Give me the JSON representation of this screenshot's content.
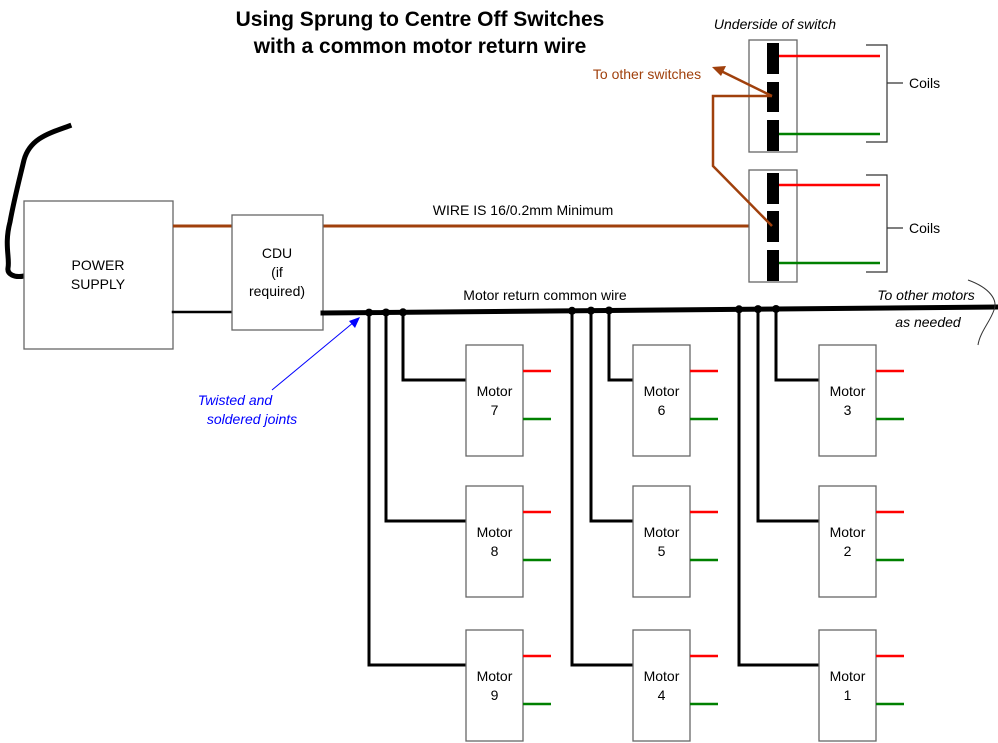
{
  "title": {
    "line1": "Using Sprung to Centre Off Switches",
    "line2": "with a common motor return wire"
  },
  "colors": {
    "brown_wire": "#A0400C",
    "red_wire": "#FF0000",
    "green_wire": "#008000",
    "black_wire": "#000000",
    "annotation_blue": "#0000FF",
    "box_border": "#666666"
  },
  "power_supply": {
    "line1": "POWER",
    "line2": "SUPPLY"
  },
  "cdu": {
    "line1": "CDU",
    "line2": "(if",
    "line3": "required)"
  },
  "wire_note": "WIRE IS 16/0.2mm Minimum",
  "common_wire_label": "Motor return common wire",
  "other_motors": {
    "line1": "To other motors",
    "line2": "as needed"
  },
  "joints_note": {
    "line1": "Twisted and",
    "line2": "soldered joints"
  },
  "switch_caption": "Underside of switch",
  "to_other_switches": "To other switches",
  "coils_label": "Coils",
  "switches": [
    {
      "id": "switch-1",
      "coils_label": "Coils"
    },
    {
      "id": "switch-2",
      "coils_label": "Coils"
    }
  ],
  "motors": [
    {
      "label": "Motor",
      "number": "7",
      "column": 0,
      "row": 0
    },
    {
      "label": "Motor",
      "number": "8",
      "column": 0,
      "row": 1
    },
    {
      "label": "Motor",
      "number": "9",
      "column": 0,
      "row": 2
    },
    {
      "label": "Motor",
      "number": "6",
      "column": 1,
      "row": 0
    },
    {
      "label": "Motor",
      "number": "5",
      "column": 1,
      "row": 1
    },
    {
      "label": "Motor",
      "number": "4",
      "column": 1,
      "row": 2
    },
    {
      "label": "Motor",
      "number": "3",
      "column": 2,
      "row": 0
    },
    {
      "label": "Motor",
      "number": "2",
      "column": 2,
      "row": 1
    },
    {
      "label": "Motor",
      "number": "1",
      "column": 2,
      "row": 2
    }
  ]
}
